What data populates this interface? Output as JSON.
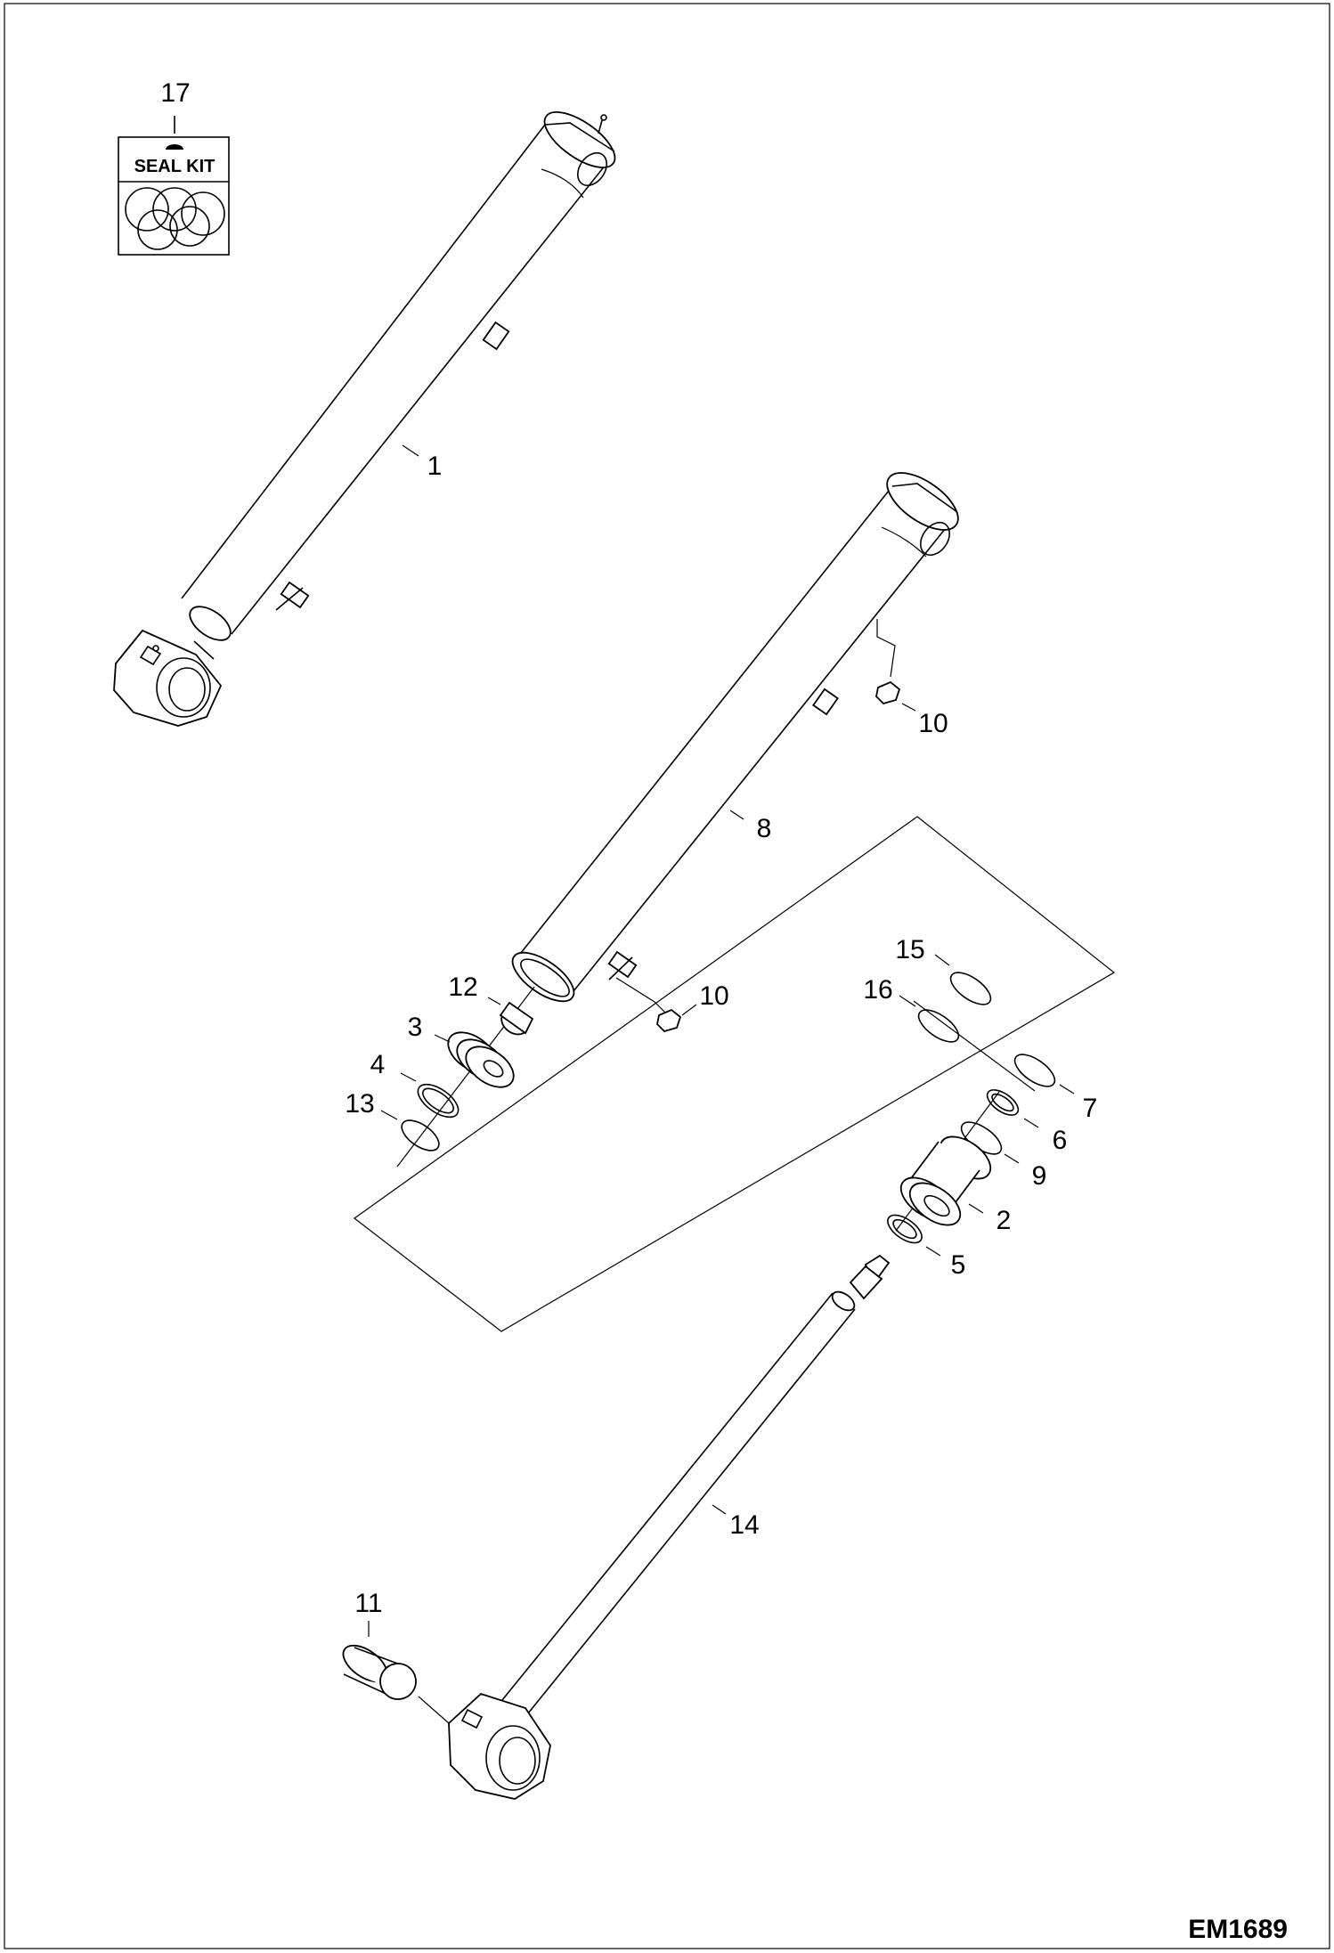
{
  "drawing_code": "EM1689",
  "seal_kit_label": "SEAL KIT",
  "callouts": {
    "c1": "1",
    "c2": "2",
    "c3": "3",
    "c4": "4",
    "c5": "5",
    "c6": "6",
    "c7": "7",
    "c8": "8",
    "c9": "9",
    "c10a": "10",
    "c10b": "10",
    "c11": "11",
    "c12": "12",
    "c13": "13",
    "c14": "14",
    "c15": "15",
    "c16": "16",
    "c17": "17"
  }
}
